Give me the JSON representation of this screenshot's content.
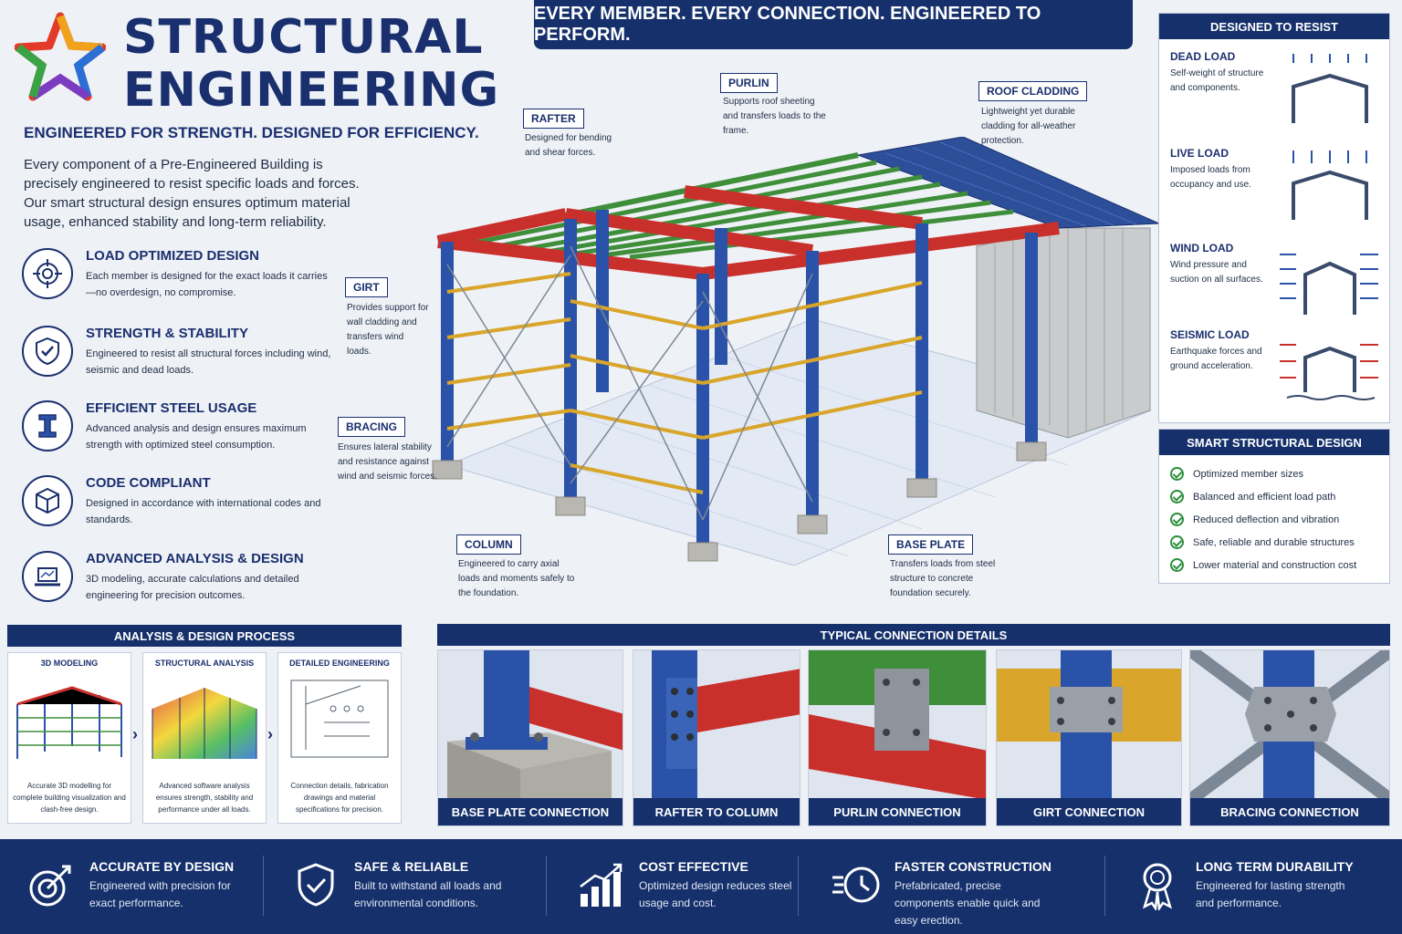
{
  "header": {
    "title_line1": "STRUCTURAL",
    "title_line2": "ENGINEERING",
    "tagline": "ENGINEERED FOR STRENGTH. DESIGNED FOR EFFICIENCY.",
    "intro": "Every component of a Pre-Engineered Building is precisely engineered to resist specific loads and forces. Our smart structural design ensures optimum material usage, enhanced stability and long-term reliability.",
    "banner": "EVERY MEMBER. EVERY CONNECTION. ENGINEERED TO PERFORM."
  },
  "features": [
    {
      "icon": "target-icon",
      "title": "LOAD OPTIMIZED DESIGN",
      "desc": "Each member is designed for the exact loads it carries—no overdesign, no compromise."
    },
    {
      "icon": "shield-check-icon",
      "title": "STRENGTH & STABILITY",
      "desc": "Engineered to resist all structural forces including wind, seismic and dead loads."
    },
    {
      "icon": "i-beam-icon",
      "title": "EFFICIENT STEEL USAGE",
      "desc": "Advanced analysis and design ensures maximum strength with optimized steel consumption."
    },
    {
      "icon": "cube-icon",
      "title": "CODE COMPLIANT",
      "desc": "Designed in accordance with international codes and standards."
    },
    {
      "icon": "laptop-icon",
      "title": "ADVANCED ANALYSIS & DESIGN",
      "desc": "3D modeling, accurate calculations and detailed engineering for precision outcomes."
    }
  ],
  "callouts": {
    "rafter": {
      "label": "RAFTER",
      "desc": "Designed for bending and shear forces."
    },
    "purlin": {
      "label": "PURLIN",
      "desc": "Supports roof sheeting and transfers loads to the frame."
    },
    "roof": {
      "label": "ROOF CLADDING",
      "desc": "Lightweight yet durable cladding for all-weather protection."
    },
    "girt": {
      "label": "GIRT",
      "desc": "Provides support for wall cladding and transfers wind loads."
    },
    "bracing": {
      "label": "BRACING",
      "desc": "Ensures lateral stability and resistance against wind and seismic forces."
    },
    "column": {
      "label": "COLUMN",
      "desc": "Engineered to carry axial loads and moments safely to the foundation."
    },
    "baseplate": {
      "label": "BASE PLATE",
      "desc": "Transfers loads from steel structure to concrete foundation securely."
    }
  },
  "resist": {
    "title": "DESIGNED TO RESIST",
    "loads": [
      {
        "title": "DEAD LOAD",
        "desc": "Self-weight of structure and components."
      },
      {
        "title": "LIVE LOAD",
        "desc": "Imposed loads from occupancy and use."
      },
      {
        "title": "WIND LOAD",
        "desc": "Wind pressure and suction on all surfaces."
      },
      {
        "title": "SEISMIC LOAD",
        "desc": "Earthquake forces and ground acceleration."
      }
    ]
  },
  "smart": {
    "title": "SMART STRUCTURAL DESIGN",
    "items": [
      "Optimized member sizes",
      "Balanced and efficient load path",
      "Reduced deflection and vibration",
      "Safe, reliable and durable structures",
      "Lower material and construction cost"
    ]
  },
  "process": {
    "title": "ANALYSIS & DESIGN PROCESS",
    "steps": [
      {
        "title": "3D MODELING",
        "desc": "Accurate 3D modelling for complete building visualization and clash-free design."
      },
      {
        "title": "STRUCTURAL ANALYSIS",
        "desc": "Advanced software analysis ensures strength, stability and performance under all loads."
      },
      {
        "title": "DETAILED ENGINEERING",
        "desc": "Connection details, fabrication drawings and material specifications for precision."
      }
    ]
  },
  "connections": {
    "title": "TYPICAL CONNECTION DETAILS",
    "items": [
      "BASE PLATE CONNECTION",
      "RAFTER TO COLUMN",
      "PURLIN CONNECTION",
      "GIRT CONNECTION",
      "BRACING CONNECTION"
    ]
  },
  "footer": [
    {
      "icon": "target-arrow-icon",
      "title": "ACCURATE BY DESIGN",
      "desc": "Engineered with precision for exact performance."
    },
    {
      "icon": "shield-check-icon",
      "title": "SAFE & RELIABLE",
      "desc": "Built to withstand all loads and environmental conditions."
    },
    {
      "icon": "growth-chart-icon",
      "title": "COST EFFECTIVE",
      "desc": "Optimized design reduces steel usage and cost."
    },
    {
      "icon": "fast-clock-icon",
      "title": "FASTER CONSTRUCTION",
      "desc": "Prefabricated, precise components enable quick and easy erection."
    },
    {
      "icon": "award-ribbon-icon",
      "title": "LONG TERM DURABILITY",
      "desc": "Engineered for lasting strength and performance."
    }
  ],
  "colors": {
    "navy": "#15306b",
    "column": "#2a52a8",
    "rafter": "#c9302c",
    "purlin": "#3e8e3a",
    "girt": "#d9a52a"
  }
}
